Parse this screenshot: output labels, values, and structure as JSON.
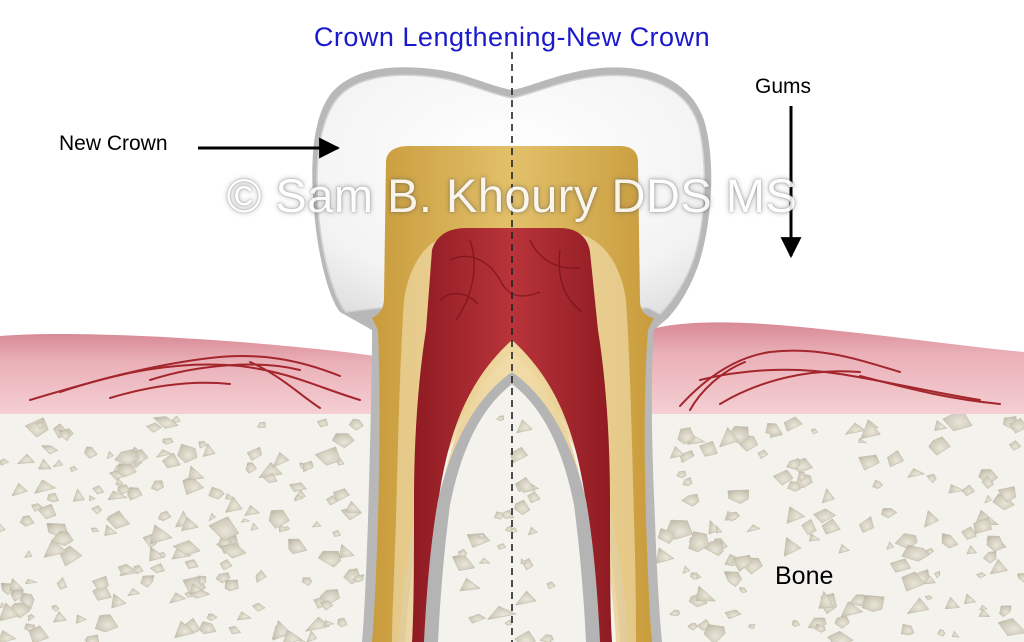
{
  "title": "Crown Lengthening-New Crown",
  "labels": {
    "new_crown": "New Crown",
    "gums": "Gums",
    "bone": "Bone"
  },
  "watermark": "© Sam B. Khoury DDS MS",
  "colors": {
    "title": "#1a1acc",
    "crown": "#f4f4f4",
    "dentin": "#d6b45c",
    "pulp": "#a8262c",
    "gum": "#e8a2ab",
    "bone": "#f3f1ec",
    "bone_pores": "#cfcab8"
  }
}
